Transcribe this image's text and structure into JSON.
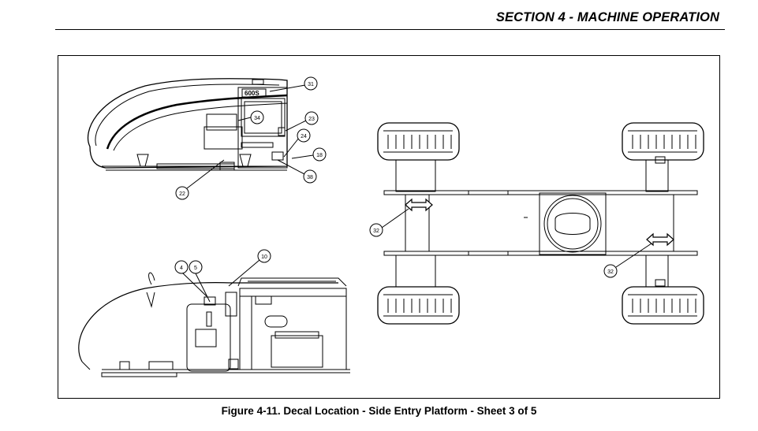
{
  "header": {
    "section_title": "SECTION 4 - MACHINE OPERATION"
  },
  "figure": {
    "caption": "Figure 4-11. Decal Location - Side Entry Platform - Sheet 3 of 5",
    "model_badge": "600S",
    "callouts": [
      "31",
      "34",
      "23",
      "24",
      "18",
      "38",
      "22",
      "4",
      "5",
      "10",
      "32",
      "32"
    ]
  }
}
